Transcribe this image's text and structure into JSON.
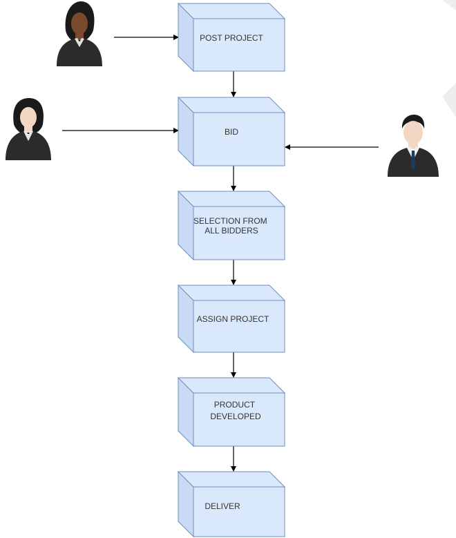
{
  "steps": [
    {
      "id": "post-project",
      "lines": [
        "POST PROJECT"
      ]
    },
    {
      "id": "bid",
      "lines": [
        "BID"
      ]
    },
    {
      "id": "selection",
      "lines": [
        "SELECTION FROM",
        "ALL BIDDERS"
      ]
    },
    {
      "id": "assign",
      "lines": [
        "ASSIGN PROJECT"
      ]
    },
    {
      "id": "product-developed",
      "lines": [
        "PRODUCT",
        "DEVELOPED"
      ]
    },
    {
      "id": "deliver",
      "lines": [
        "DELIVER"
      ]
    }
  ],
  "actors": [
    {
      "id": "client",
      "icon": "businesswoman-avatar-icon",
      "connects_to": "post-project"
    },
    {
      "id": "freelancer-1",
      "icon": "businesswoman-avatar-icon",
      "connects_to": "bid"
    },
    {
      "id": "freelancer-2",
      "icon": "businessman-avatar-icon",
      "connects_to": "bid"
    }
  ],
  "colors": {
    "box_fill": "#dae8fc",
    "box_side": "#c9dbf4",
    "box_stroke": "#6c8ebf",
    "arrow": "#000000",
    "text": "#333333",
    "suit": "#2b2b2b",
    "skin_dark": "#7a4a2e",
    "skin_light": "#f2d7c4",
    "hair_dark": "#1a1a1a"
  }
}
